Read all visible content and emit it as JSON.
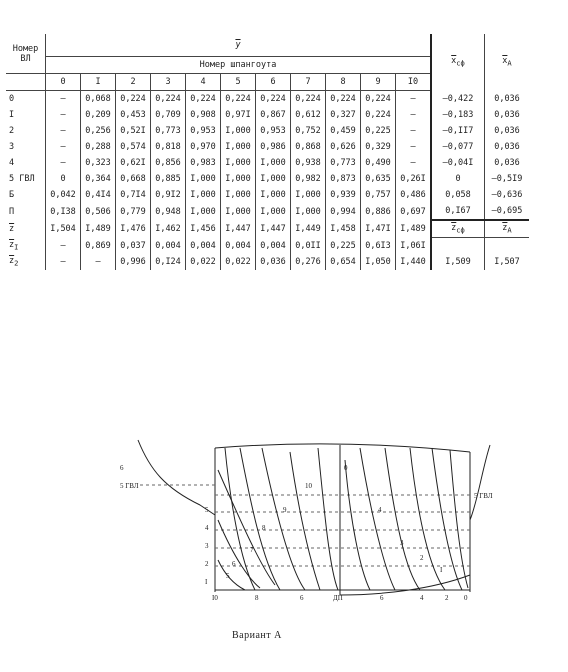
{
  "table": {
    "corner": [
      "Номер",
      "ВЛ"
    ],
    "y_header": "y",
    "frame_header": "Номер шпангоута",
    "x_cf_header": "x",
    "x_cf_sub": "cф",
    "x_a_header": "x",
    "x_a_sub": "A",
    "frames": [
      "0",
      "I",
      "2",
      "3",
      "4",
      "5",
      "6",
      "7",
      "8",
      "9",
      "I0"
    ],
    "rows": [
      {
        "label": "0",
        "cells": [
          "–",
          "0,068",
          "0,224",
          "0,224",
          "0,224",
          "0,224",
          "0,224",
          "0,224",
          "0,224",
          "0,224",
          "–"
        ],
        "xcf": "–0,422",
        "xa": "0,036"
      },
      {
        "label": "I",
        "cells": [
          "–",
          "0,209",
          "0,453",
          "0,709",
          "0,908",
          "0,97I",
          "0,867",
          "0,612",
          "0,327",
          "0,224",
          "–"
        ],
        "xcf": "–0,183",
        "xa": "0,036"
      },
      {
        "label": "2",
        "cells": [
          "–",
          "0,256",
          "0,52I",
          "0,773",
          "0,953",
          "I,000",
          "0,953",
          "0,752",
          "0,459",
          "0,225",
          "–"
        ],
        "xcf": "–0,II7",
        "xa": "0,036"
      },
      {
        "label": "3",
        "cells": [
          "–",
          "0,288",
          "0,574",
          "0,818",
          "0,970",
          "I,000",
          "0,986",
          "0,868",
          "0,626",
          "0,329",
          "–"
        ],
        "xcf": "–0,077",
        "xa": "0,036"
      },
      {
        "label": "4",
        "cells": [
          "–",
          "0,323",
          "0,62I",
          "0,856",
          "0,983",
          "I,000",
          "I,000",
          "0,938",
          "0,773",
          "0,490",
          "–"
        ],
        "xcf": "–0,04I",
        "xa": "0,036"
      },
      {
        "label": "5 ГВЛ",
        "cells": [
          "0",
          "0,364",
          "0,668",
          "0,885",
          "I,000",
          "I,000",
          "I,000",
          "0,982",
          "0,873",
          "0,635",
          "0,26I"
        ],
        "xcf": "0",
        "xa": "–0,5I9"
      },
      {
        "label": "Б",
        "cells": [
          "0,042",
          "0,4I4",
          "0,7I4",
          "0,9I2",
          "I,000",
          "I,000",
          "I,000",
          "I,000",
          "0,939",
          "0,757",
          "0,486"
        ],
        "xcf": "0,058",
        "xa": "–0,636"
      },
      {
        "label": "П",
        "cells": [
          "0,I38",
          "0,506",
          "0,779",
          "0,948",
          "I,000",
          "I,000",
          "I,000",
          "I,000",
          "0,994",
          "0,886",
          "0,697"
        ],
        "xcf": "0,I67",
        "xa": "–0,695"
      }
    ],
    "z_rows": [
      {
        "label": "z",
        "cells": [
          "I,504",
          "I,489",
          "I,476",
          "I,462",
          "I,456",
          "I,447",
          "I,447",
          "I,449",
          "I,458",
          "I,47I",
          "I,489"
        ],
        "zcf": "z",
        "zcf_sub": "cф",
        "za": "z",
        "za_sub": "A"
      },
      {
        "label": "z",
        "sub": "I",
        "cells": [
          "–",
          "0,869",
          "0,037",
          "0,004",
          "0,004",
          "0,004",
          "0,004",
          "0,0II",
          "0,225",
          "0,6I3",
          "I,06I"
        ]
      },
      {
        "label": "z",
        "sub": "2",
        "cells": [
          "–",
          "–",
          "0,996",
          "0,I24",
          "0,022",
          "0,022",
          "0,036",
          "0,276",
          "0,654",
          "I,050",
          "I,440"
        ],
        "zcf_val": "I,509",
        "za_val": "I,507"
      }
    ]
  },
  "drawing": {
    "left_ticks": [
      "6",
      "5 ГВЛ",
      "5",
      "4",
      "3",
      "2",
      "I"
    ],
    "right_label": "5 ГВЛ",
    "curve_labels": [
      "10",
      "9",
      "8",
      "7",
      "6",
      "5",
      "4",
      "3",
      "2",
      "I",
      "0"
    ],
    "bottom_labels": [
      "I0",
      "8",
      "6",
      "ДП",
      "6",
      "4",
      "2",
      "0"
    ]
  },
  "caption": "Вариант А"
}
